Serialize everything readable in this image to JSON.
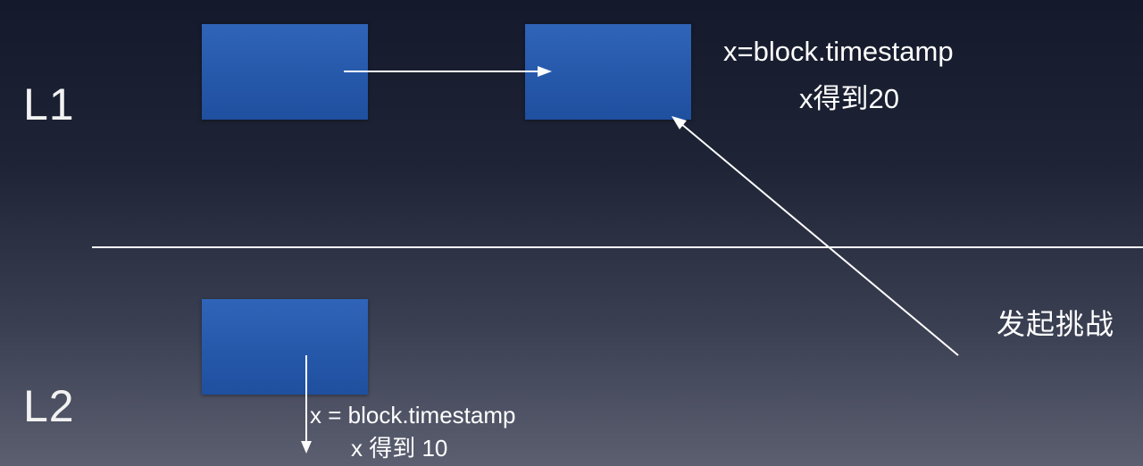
{
  "layers": {
    "l1": "L1",
    "l2": "L2"
  },
  "l1_note": {
    "line1": "x=block.timestamp",
    "line2": "x得到20"
  },
  "l2_note": {
    "line1": "x = block.timestamp",
    "line2": "x 得到 10"
  },
  "challenge_label": "发起挑战",
  "colors": {
    "block_fill": "#2a5db0",
    "arrow": "#ffffff",
    "background_top": "#141a2b",
    "background_bottom": "#5b5f70"
  }
}
